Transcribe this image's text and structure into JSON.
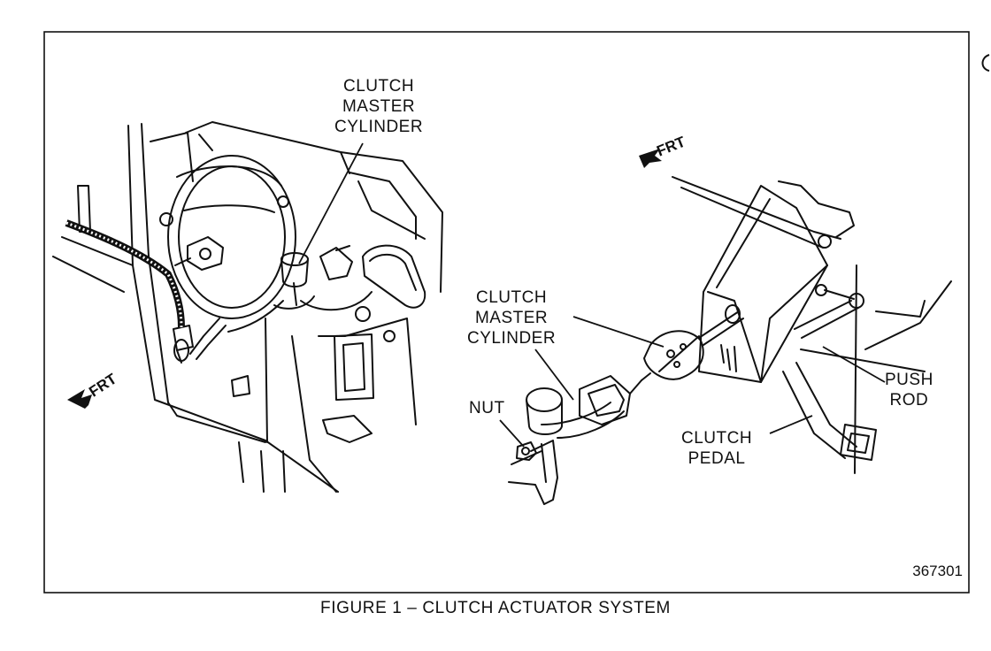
{
  "figure": {
    "caption": "FIGURE 1 – CLUTCH ACTUATOR SYSTEM",
    "figure_number": "367301"
  },
  "left_view": {
    "label_master_cylinder": [
      "CLUTCH",
      "MASTER",
      "CYLINDER"
    ],
    "frt": "FRT"
  },
  "right_view": {
    "frt": "FRT",
    "label_master_cylinder": [
      "CLUTCH",
      "MASTER",
      "CYLINDER"
    ],
    "label_nut": "NUT",
    "label_push_rod": [
      "PUSH",
      "ROD"
    ],
    "label_clutch_pedal": [
      "CLUTCH",
      "PEDAL"
    ]
  }
}
